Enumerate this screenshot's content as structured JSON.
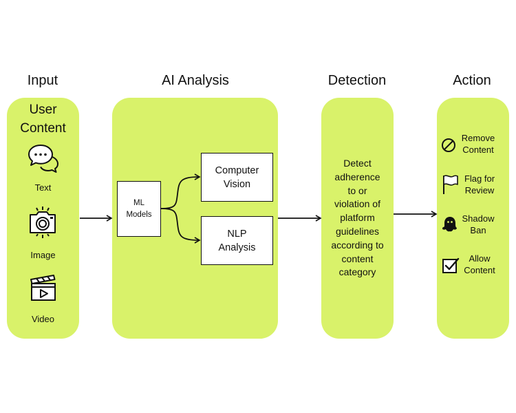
{
  "columns": {
    "input": "Input",
    "ai_analysis": "AI Analysis",
    "detection": "Detection",
    "action": "Action"
  },
  "input_panel": {
    "title_line1": "User",
    "title_line2": "Content",
    "items": [
      {
        "label": "Text",
        "icon": "chat-bubbles-icon"
      },
      {
        "label": "Image",
        "icon": "camera-icon"
      },
      {
        "label": "Video",
        "icon": "clapperboard-icon"
      }
    ]
  },
  "ai_panel": {
    "ml_line1": "ML",
    "ml_line2": "Models",
    "cv_line1": "Computer",
    "cv_line2": "Vision",
    "nlp_line1": "NLP",
    "nlp_line2": "Analysis"
  },
  "detection_panel": {
    "lines": [
      "Detect",
      "adherence",
      "to or",
      "violation of",
      "platform",
      "guidelines",
      "according to",
      "content",
      "category"
    ]
  },
  "action_panel": {
    "items": [
      {
        "line1": "Remove",
        "line2": "Content",
        "icon": "prohibited-icon"
      },
      {
        "line1": "Flag for",
        "line2": "Review",
        "icon": "flag-icon"
      },
      {
        "line1": "Shadow",
        "line2": "Ban",
        "icon": "ghost-icon"
      },
      {
        "line1": "Allow",
        "line2": "Content",
        "icon": "checkbox-icon"
      }
    ]
  },
  "colors": {
    "panel": "#d9f26a",
    "stroke": "#111111",
    "background": "#ffffff"
  }
}
